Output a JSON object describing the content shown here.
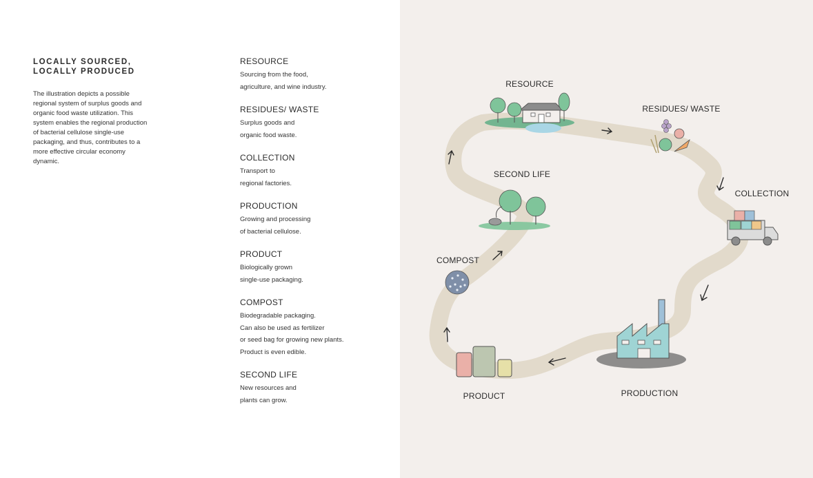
{
  "left": {
    "title_line1": "LOCALLY SOURCED,",
    "title_line2": "LOCALLY PRODUCED",
    "intro": "The illustration depicts a possible regional system of surplus goods and organic food waste utilization. This system enables the regional production of bacterial cellulose single-use packaging, and thus, contributes to a more effective circular economy dynamic."
  },
  "steps": [
    {
      "title": "RESOURCE",
      "desc": "Sourcing from the food,\nagriculture, and wine industry."
    },
    {
      "title": "RESIDUES/ WASTE",
      "desc": "Surplus goods and\norganic food waste."
    },
    {
      "title": "COLLECTION",
      "desc": "Transport to\nregional factories."
    },
    {
      "title": "PRODUCTION",
      "desc": "Growing and processing\nof bacterial cellulose."
    },
    {
      "title": "PRODUCT",
      "desc": "Biologically grown\nsingle-use packaging."
    },
    {
      "title": "COMPOST",
      "desc": "Biodegradable packaging.\nCan also be used as fertilizer\nor seed bag for growing new plants.\nProduct is even edible."
    },
    {
      "title": "SECOND LIFE",
      "desc": "New resources and\nplants can grow."
    }
  ],
  "diagram": {
    "resource": "RESOURCE",
    "residues": "RESIDUES/ WASTE",
    "collection": "COLLECTION",
    "production": "PRODUCTION",
    "product": "PRODUCT",
    "compost": "COMPOST",
    "second_life": "SECOND LIFE"
  },
  "colors": {
    "background_right": "#f3efec",
    "path": "#e2dacb",
    "tree_green": "#7fc49a",
    "ground_green": "#5fae86",
    "factory_teal": "#9fd4d4",
    "factory_ground": "#7b7b7b",
    "water_blue": "#a9d6e5",
    "bag_pink": "#eab0a8",
    "bag_sage": "#bcc6b0",
    "bag_yellow": "#e6e0a8"
  }
}
